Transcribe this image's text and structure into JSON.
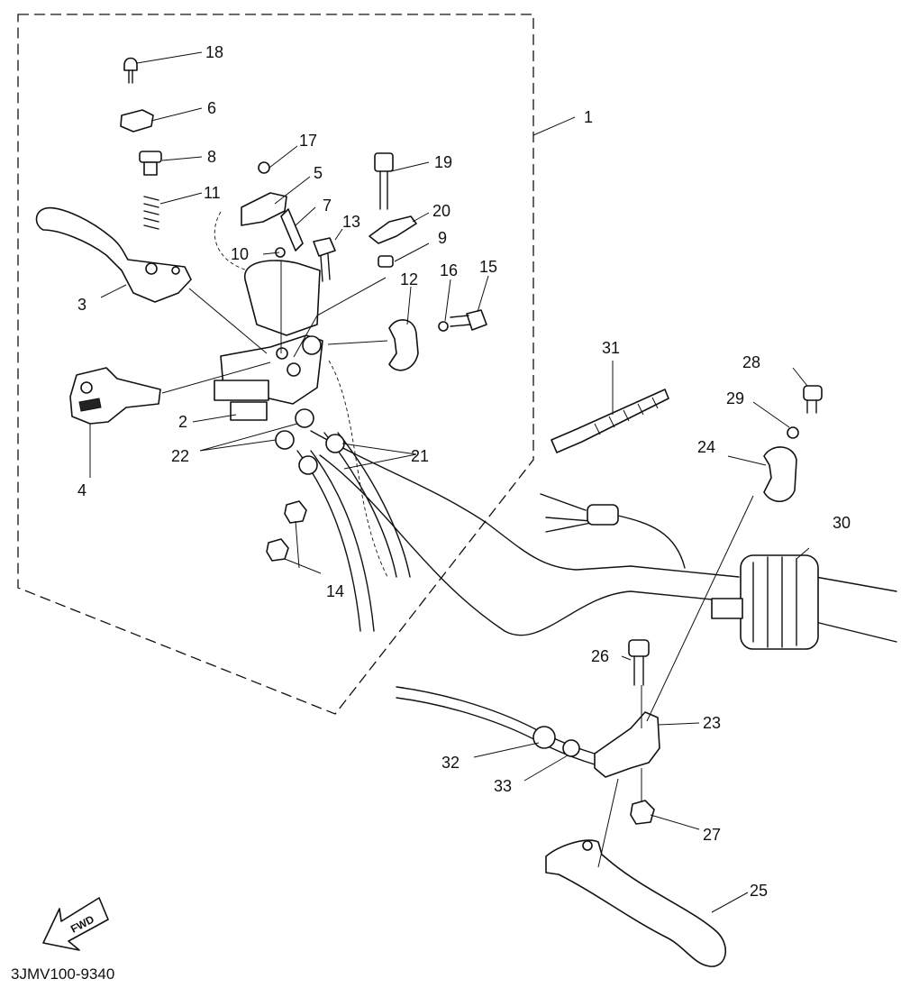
{
  "diagram": {
    "drawing_code": "3JMV100-9340",
    "direction_label": "FWD",
    "parts": [
      {
        "id": "p1",
        "label": "1"
      },
      {
        "id": "p2",
        "label": "2"
      },
      {
        "id": "p3",
        "label": "3"
      },
      {
        "id": "p4",
        "label": "4"
      },
      {
        "id": "p5",
        "label": "5"
      },
      {
        "id": "p6",
        "label": "6"
      },
      {
        "id": "p7",
        "label": "7"
      },
      {
        "id": "p8",
        "label": "8"
      },
      {
        "id": "p9",
        "label": "9"
      },
      {
        "id": "p10",
        "label": "10"
      },
      {
        "id": "p11",
        "label": "11"
      },
      {
        "id": "p12",
        "label": "12"
      },
      {
        "id": "p13",
        "label": "13"
      },
      {
        "id": "p14",
        "label": "14"
      },
      {
        "id": "p15",
        "label": "15"
      },
      {
        "id": "p16",
        "label": "16"
      },
      {
        "id": "p17",
        "label": "17"
      },
      {
        "id": "p18",
        "label": "18"
      },
      {
        "id": "p19",
        "label": "19"
      },
      {
        "id": "p20",
        "label": "20"
      },
      {
        "id": "p21",
        "label": "21"
      },
      {
        "id": "p22",
        "label": "22"
      },
      {
        "id": "p23",
        "label": "23"
      },
      {
        "id": "p24",
        "label": "24"
      },
      {
        "id": "p25",
        "label": "25"
      },
      {
        "id": "p26",
        "label": "26"
      },
      {
        "id": "p27",
        "label": "27"
      },
      {
        "id": "p28",
        "label": "28"
      },
      {
        "id": "p29",
        "label": "29"
      },
      {
        "id": "p30",
        "label": "30"
      },
      {
        "id": "p31",
        "label": "31"
      },
      {
        "id": "p32",
        "label": "32"
      },
      {
        "id": "p33",
        "label": "33"
      }
    ]
  }
}
